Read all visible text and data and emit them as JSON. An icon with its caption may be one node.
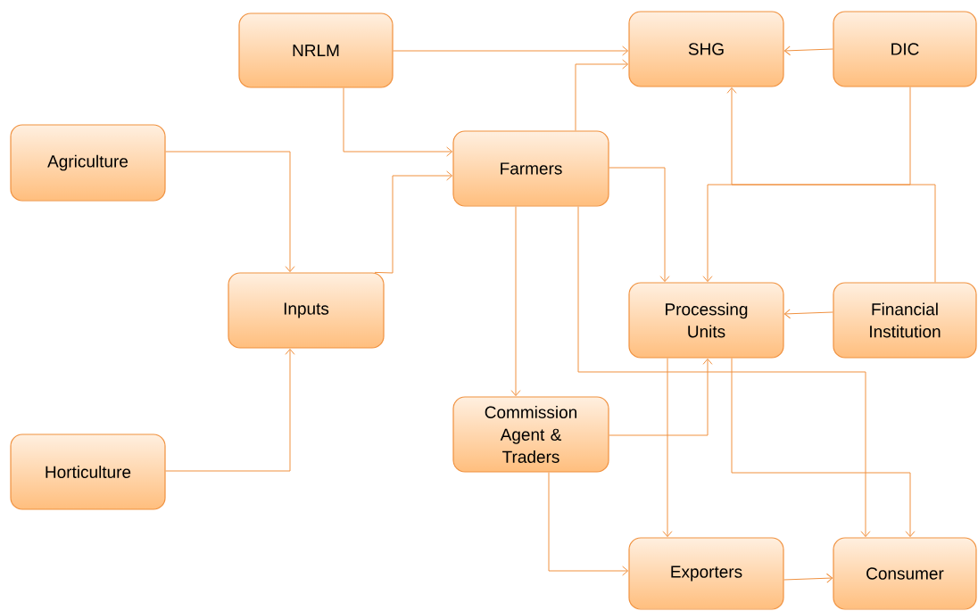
{
  "diagram": {
    "nodes": [
      {
        "text": [
          "NRLM"
        ]
      },
      {
        "text": [
          "SHG"
        ]
      },
      {
        "text": [
          "DIC"
        ]
      },
      {
        "text": [
          "Agriculture"
        ]
      },
      {
        "text": [
          "Farmers"
        ]
      },
      {
        "text": [
          "Inputs"
        ]
      },
      {
        "text": [
          "Processing Units"
        ]
      },
      {
        "text": [
          "Financial Institution"
        ]
      },
      {
        "text": [
          "Commission Agent & Traders"
        ]
      },
      {
        "text": [
          "Horticulture"
        ]
      },
      {
        "text": [
          "Exporters"
        ]
      },
      {
        "text": [
          "Consumer"
        ]
      }
    ],
    "edges": [
      {
        "from": 0,
        "to": 1,
        "arrow": "to"
      },
      {
        "from": 2,
        "to": 1,
        "arrow": "to"
      },
      {
        "from": 0,
        "to": 4,
        "arrow": "to"
      },
      {
        "from": 4,
        "to": 1,
        "arrow": "to"
      },
      {
        "from": 3,
        "to": 5,
        "arrow": "to"
      },
      {
        "from": 9,
        "to": 5,
        "arrow": "to"
      },
      {
        "from": 5,
        "to": 4,
        "arrow": "to"
      },
      {
        "from": 4,
        "to": 6,
        "arrow": "to"
      },
      {
        "from": 2,
        "to": 6,
        "arrow": "to"
      },
      {
        "from": 7,
        "to": 1,
        "arrow": "to"
      },
      {
        "from": 7,
        "to": 6,
        "arrow": "to"
      },
      {
        "from": 4,
        "to": 8,
        "arrow": "to"
      },
      {
        "from": 4,
        "to": 11,
        "arrow": "to"
      },
      {
        "from": 8,
        "to": 6,
        "arrow": "to"
      },
      {
        "from": 6,
        "to": 10,
        "arrow": "to"
      },
      {
        "from": 6,
        "to": 11,
        "arrow": "to"
      },
      {
        "from": 8,
        "to": 10,
        "arrow": "to"
      },
      {
        "from": 10,
        "to": 11,
        "arrow": "to"
      }
    ]
  }
}
